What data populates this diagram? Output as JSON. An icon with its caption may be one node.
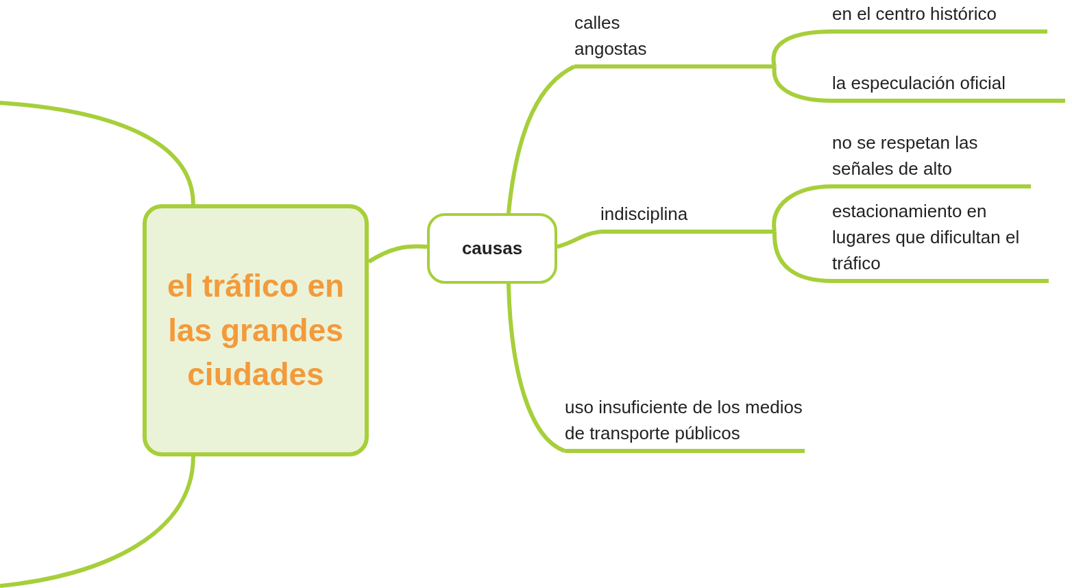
{
  "diagram": {
    "nodes": [
      {
        "text": [
          "el tráfico en las grandes ciudades"
        ]
      },
      {
        "text": [
          "causas"
        ]
      },
      {
        "text": [
          "calles angostas"
        ]
      },
      {
        "text": [
          "en el centro histórico"
        ]
      },
      {
        "text": [
          "la especulación oficial"
        ]
      },
      {
        "text": [
          "indisciplina"
        ]
      },
      {
        "text": [
          "no se respetan las señales de alto"
        ]
      },
      {
        "text": [
          "estacionamiento en lugares que dificultan el tráfico"
        ]
      },
      {
        "text": [
          "uso insuficiente de los medios de transporte públicos"
        ]
      }
    ],
    "edges": [
      {
        "from": 0,
        "to": 1,
        "arrow": "none"
      },
      {
        "from": 1,
        "to": 2,
        "arrow": "none"
      },
      {
        "from": 2,
        "to": 3,
        "arrow": "none"
      },
      {
        "from": 2,
        "to": 4,
        "arrow": "none"
      },
      {
        "from": 1,
        "to": 5,
        "arrow": "none"
      },
      {
        "from": 5,
        "to": 6,
        "arrow": "none"
      },
      {
        "from": 5,
        "to": 7,
        "arrow": "none"
      },
      {
        "from": 1,
        "to": 8,
        "arrow": "none"
      },
      {
        "from": 0,
        "to": null,
        "arrow": "none"
      },
      {
        "from": 0,
        "to": null,
        "arrow": "none"
      }
    ]
  }
}
